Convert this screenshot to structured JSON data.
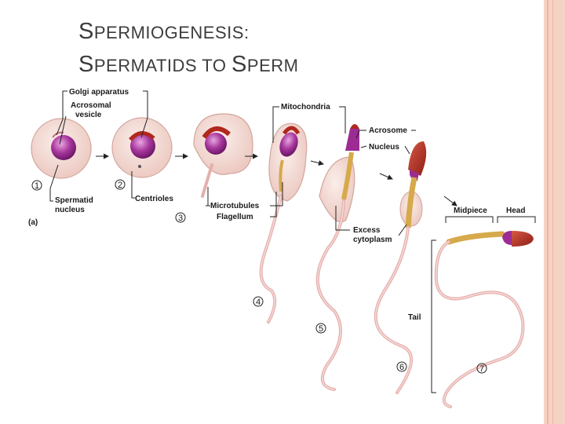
{
  "slide": {
    "title_line1_initial": "S",
    "title_line1_rest": "PERMIOGENESIS:",
    "title_line2_initial1": "S",
    "title_line2_rest1": "PERMATIDS TO ",
    "title_line2_initial2": "S",
    "title_line2_rest2": "PERM"
  },
  "figure": {
    "labels": {
      "golgi": "Golgi apparatus",
      "acrosomal1": "Acrosomal",
      "acrosomal2": "vesicle",
      "spermatid1": "Spermatid",
      "spermatid2": "nucleus",
      "centrioles": "Centrioles",
      "microtubules": "Microtubules",
      "flagellum": "Flagellum",
      "mitochondria": "Mitochondria",
      "acrosome": "Acrosome",
      "nucleus": "Nucleus",
      "excess1": "Excess",
      "excess2": "cytoplasm",
      "midpiece": "Midpiece",
      "head": "Head",
      "tail": "Tail",
      "panel": "(a)"
    },
    "steps": [
      "1",
      "2",
      "3",
      "4",
      "5",
      "6",
      "7"
    ]
  },
  "colors": {
    "border_outer": "#f3c9b8",
    "border_inner": "#f7dccf",
    "nucleus": "#9c2c93",
    "acrosome": "#b0281e",
    "cytoplasm": "#f3dcd6",
    "mitochondria": "#d6a94a"
  }
}
